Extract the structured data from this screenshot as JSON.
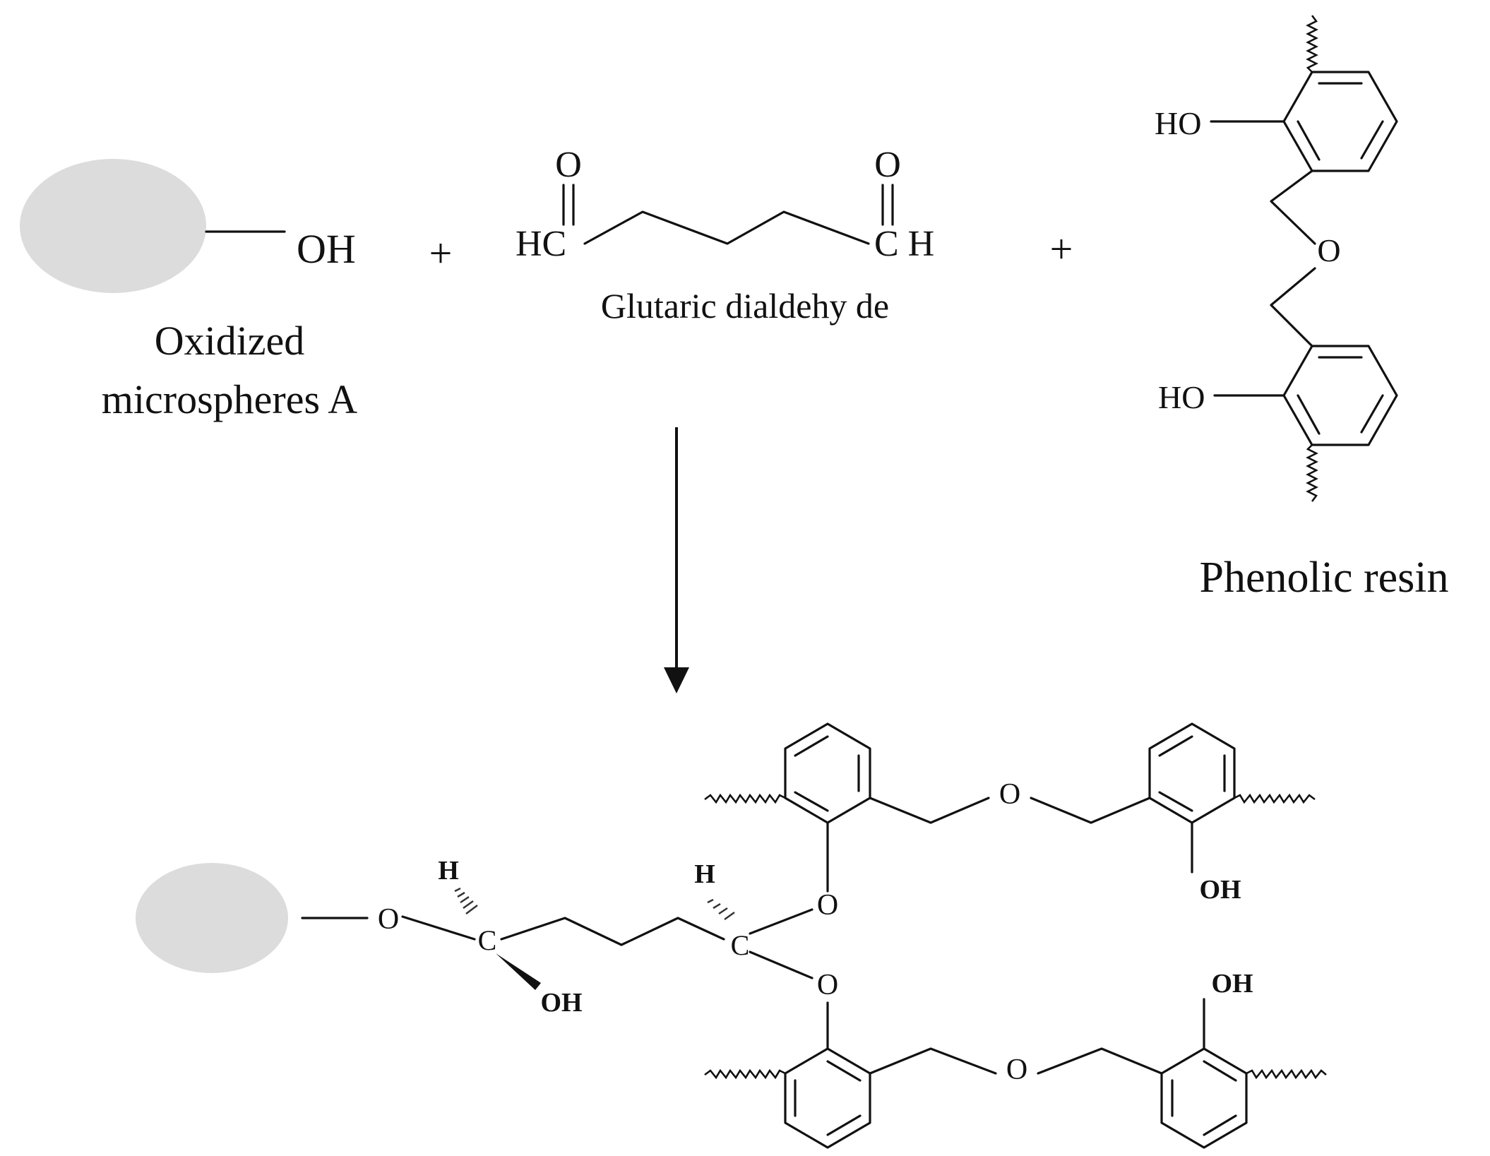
{
  "reactants": {
    "microsphere": {
      "group": "OH",
      "name_line1": "Oxidized",
      "name_line2": "microspheres A"
    },
    "plus1": "+",
    "glutaraldehyde": {
      "o_left": "O",
      "o_right": "O",
      "hc_left": "HC",
      "ch_right": "C H",
      "name": "Glutaric dialdehy de"
    },
    "plus2": "+",
    "phenolic": {
      "ho_top": "HO",
      "ho_bottom": "HO",
      "o_bridge": "O",
      "name": "Phenolic resin"
    }
  },
  "product": {
    "o_link": "O",
    "h_left": "H",
    "c_left": "C",
    "oh_left": "OH",
    "h_right": "H",
    "c_right": "C",
    "o_acetal_top": "O",
    "o_acetal_bottom": "O",
    "o_bridge_top": "O",
    "o_bridge_bottom": "O",
    "oh_top_right": "OH",
    "oh_bottom_right": "OH"
  }
}
